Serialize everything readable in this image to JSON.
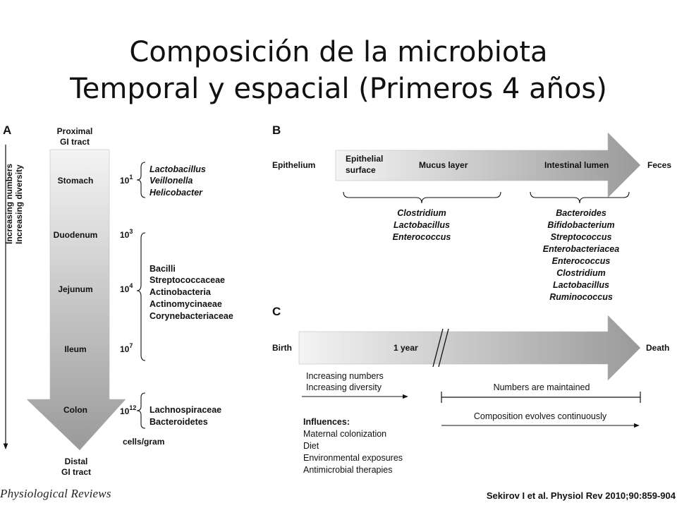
{
  "title": {
    "line1": "Composición  de la microbiota",
    "line2": "Temporal y espacial (Primeros 4 años)"
  },
  "panel_a": {
    "label": "A",
    "side_axis": [
      "Increasing numbers",
      "Increasing diversity"
    ],
    "top": [
      "Proximal",
      "GI tract"
    ],
    "bottom": [
      "Distal",
      "GI tract"
    ],
    "segments": [
      {
        "name": "Stomach",
        "base": "10",
        "exp": "1"
      },
      {
        "name": "Duodenum",
        "base": "10",
        "exp": "3"
      },
      {
        "name": "Jejunum",
        "base": "10",
        "exp": "4"
      },
      {
        "name": "Ileum",
        "base": "10",
        "exp": "7"
      },
      {
        "name": "Colon",
        "base": "10",
        "exp": "12"
      }
    ],
    "groups": {
      "stomach": [
        "Lactobacillus",
        "Veillonella",
        "Helicobacter"
      ],
      "small_intestine": [
        "Bacilli",
        "Streptococcaceae",
        "Actinobacteria",
        "Actinomycinaeae",
        "Corynebacteriaceae"
      ],
      "colon": [
        "Lachnospiraceae",
        "Bacteroidetes"
      ]
    },
    "unit": "cells/gram"
  },
  "panel_b": {
    "label": "B",
    "left": "Epithelium",
    "right": "Feces",
    "zones": {
      "epithelial": [
        "Epithelial",
        "surface"
      ],
      "mucus": "Mucus layer",
      "lumen": "Intestinal lumen"
    },
    "mucus_taxa": [
      "Clostridium",
      "Lactobacillus",
      "Enterococcus"
    ],
    "lumen_taxa": [
      "Bacteroides",
      "Bifidobacterium",
      "Streptococcus",
      "Enterobacteriacea",
      "Enterococcus",
      "Clostridium",
      "Lactobacillus",
      "Ruminococcus"
    ]
  },
  "panel_c": {
    "label": "C",
    "left": "Birth",
    "middle": "1 year",
    "right": "Death",
    "early": [
      "Increasing numbers",
      "Increasing diversity"
    ],
    "maintained": "Numbers are maintained",
    "evolves": "Composition evolves continuously",
    "influences_title": "Influences:",
    "influences": [
      "Maternal colonization",
      "Diet",
      "Environmental exposures",
      "Antimicrobial therapies"
    ]
  },
  "footer": {
    "journal": "Physiological Reviews",
    "citation": "Sekirov I et al. Physiol Rev 2010;90:859-904"
  },
  "colors": {
    "arrow_light": "#f2f2f2",
    "arrow_dark": "#9a9a9a",
    "ink": "#111111"
  }
}
